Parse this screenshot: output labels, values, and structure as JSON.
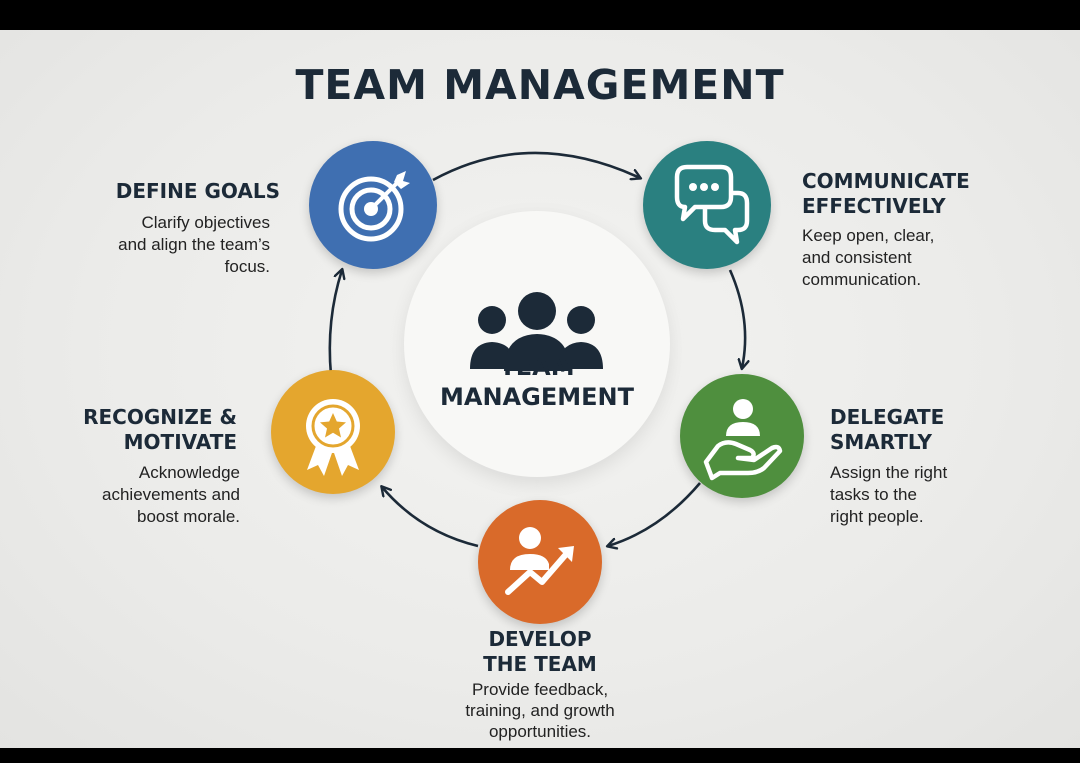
{
  "title": "TEAM MANAGEMENT",
  "center": {
    "lines": [
      "TEAM",
      "MANAGEMENT"
    ],
    "icon": "team-people-icon"
  },
  "colors": {
    "text": "#1c2a38",
    "define": "#3f6fb1",
    "communicate": "#2a8080",
    "delegate": "#4f8f3e",
    "develop": "#d96a2a",
    "recognize": "#e4a62e"
  },
  "steps": [
    {
      "key": "define",
      "icon": "target-arrow-icon",
      "heading": [
        "DEFINE GOALS"
      ],
      "text": [
        "Clarify objectives",
        "and align the team’s",
        "focus."
      ]
    },
    {
      "key": "communicate",
      "icon": "chat-bubbles-icon",
      "heading": [
        "COMMUNICATE",
        "EFFECTIVELY"
      ],
      "text": [
        "Keep open, clear,",
        "and consistent",
        "communication."
      ]
    },
    {
      "key": "delegate",
      "icon": "hand-person-icon",
      "heading": [
        "DELEGATE",
        "SMARTLY"
      ],
      "text": [
        "Assign the right",
        "tasks to the",
        "right people."
      ]
    },
    {
      "key": "develop",
      "icon": "growth-person-icon",
      "heading": [
        "DEVELOP",
        "THE TEAM"
      ],
      "text": [
        "Provide feedback,",
        "training, and growth",
        "opportunities."
      ]
    },
    {
      "key": "recognize",
      "icon": "award-ribbon-icon",
      "heading": [
        "RECOGNIZE &",
        "MOTIVATE"
      ],
      "text": [
        "Acknowledge",
        "achievements and",
        "boost morale."
      ]
    }
  ]
}
